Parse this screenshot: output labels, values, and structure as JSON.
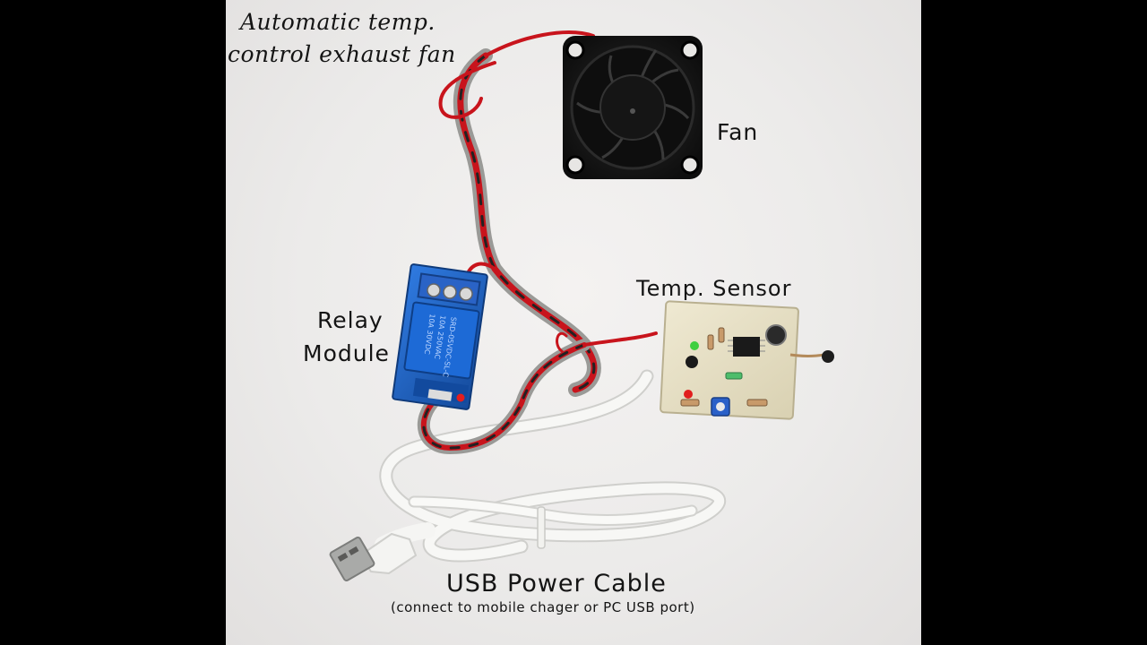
{
  "caption": {
    "line1": "Automatic temp.",
    "line2": "control exhaust fan"
  },
  "labels": {
    "fan": "Fan",
    "temp_sensor": "Temp. Sensor",
    "relay_line1": "Relay",
    "relay_line2": "Module",
    "usb_cable": "USB Power Cable",
    "usb_note": "(connect to mobile chager or PC USB port)"
  },
  "colors": {
    "background_bars": "#000000",
    "photo_background": "#ecebea",
    "fan_body": "#161616",
    "wire_red": "#c8141c",
    "relay_blue": "#1f5fc4",
    "pcb_cream": "#e8e2c8",
    "cable_white": "#f6f6f4",
    "text": "#141414"
  }
}
